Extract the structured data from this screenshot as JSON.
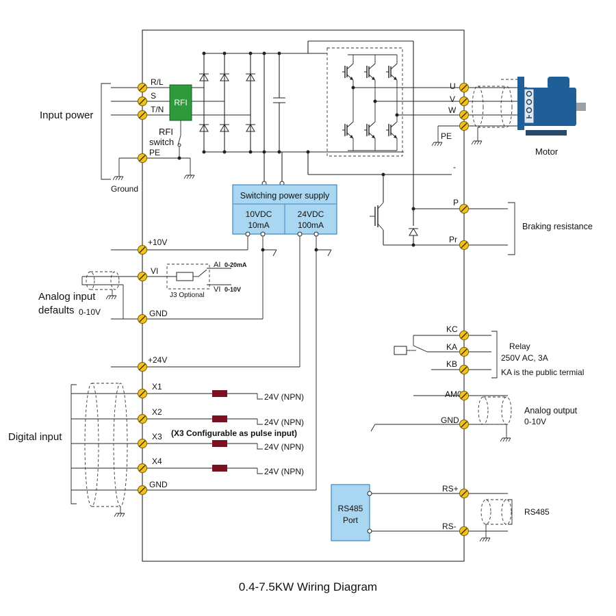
{
  "title": "0.4-7.5KW Wiring Diagram",
  "left_labels": {
    "input_power": "Input power",
    "ground": "Ground",
    "rfi_switch_1": "RFI",
    "rfi_switch_2": "switch",
    "analog_input_1": "Analog input",
    "analog_input_2": "defaults",
    "analog_input_range": "0-10V",
    "digital_input": "Digital input",
    "x3_note": "(X3 Configurable as pulse input)"
  },
  "input_terminals": {
    "rl": "R/L",
    "s": "S",
    "tn": "T/N",
    "pe": "PE"
  },
  "rfi_block": "RFI",
  "control_terminals": {
    "p10v": "+10V",
    "vi": "VI",
    "gnd1": "GND",
    "p24v": "+24V",
    "x1": "X1",
    "x2": "X2",
    "x3": "X3",
    "x4": "X4",
    "gnd2": "GND"
  },
  "jumper": {
    "ai": "AI",
    "ai_range": "0-20mA",
    "vi": "VI",
    "vi_range": "0-10V",
    "label": "J3 Optional"
  },
  "digital_loads": [
    "24V (NPN)",
    "24V (NPN)",
    "24V (NPN)",
    "24V (NPN)"
  ],
  "power_supply": {
    "title": "Switching power supply",
    "out1_v": "10VDC",
    "out1_a": "10mA",
    "out2_v": "24VDC",
    "out2_a": "100mA"
  },
  "output_terminals": {
    "u": "U",
    "v": "V",
    "w": "W",
    "pe": "PE",
    "minus": "-",
    "p": "P",
    "pr": "Pr"
  },
  "motor": "Motor",
  "braking": "Braking resistance",
  "relay": {
    "kc": "KC",
    "ka": "KA",
    "kb": "KB",
    "label": "Relay",
    "rating": "250V AC, 3A",
    "note": "KA is the public termial"
  },
  "analog_output": {
    "am0": "AM0",
    "gnd": "GND",
    "label": "Analog output",
    "range": "0-10V"
  },
  "rs485": {
    "port_1": "RS485",
    "port_2": "Port",
    "rs_plus": "RS+",
    "rs_minus": "RS-",
    "label": "RS485"
  },
  "colors": {
    "terminal_fill": "#f2c21b",
    "rfi_fill": "#2e9a3c",
    "supply_fill": "#a9d6f0",
    "supply_border": "#3b87c2",
    "resistor_fill": "#7a1020",
    "motor_fill": "#1f5e97"
  }
}
